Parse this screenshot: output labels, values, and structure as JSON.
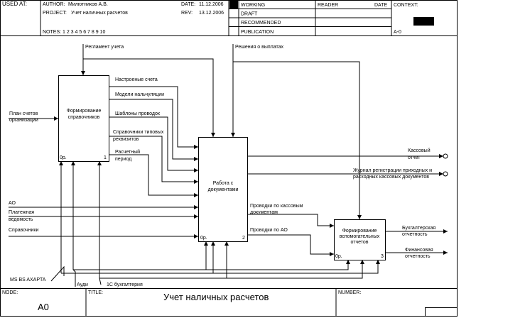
{
  "header": {
    "used_at": "USED AT:",
    "author_label": "AUTHOR:",
    "author": "Милютников А.В.",
    "project_label": "PROJECT:",
    "project": "Учет наличных расчетов",
    "date_label": "DATE:",
    "date": "11.12.2006",
    "rev_label": "REV:",
    "rev": "13.12.2006",
    "notes": "NOTES: 1 2 3 4 5 6 7 8 9 10",
    "status": [
      "WORKING",
      "DRAFT",
      "RECOMMENDED",
      "PUBLICATION"
    ],
    "reader": "READER",
    "reader_date": "DATE",
    "context": "CONTEXT:",
    "context_node": "A-0"
  },
  "boxes": [
    {
      "name": "Формирование справочников",
      "lines": [
        "Формирование",
        "справочников"
      ],
      "cost": "0р.",
      "num": "1"
    },
    {
      "name": "Работа с документами",
      "lines": [
        "Работа с",
        "документами"
      ],
      "cost": "0р.",
      "num": "2"
    },
    {
      "name": "Формирование вспомогательных отчетов",
      "lines": [
        "Формирование",
        "вспомогательных",
        "отчетов"
      ],
      "cost": "0р.",
      "num": "3"
    }
  ],
  "arrows": {
    "controls": [
      "Регламент учета",
      "Решения о выплатах"
    ],
    "inputs": [
      [
        "План счетов",
        "организации"
      ],
      [
        "АО"
      ],
      [
        "Платежная",
        "ведомость"
      ],
      [
        "Справочники"
      ]
    ],
    "internal": [
      [
        "Настроеные счета"
      ],
      [
        "Модели нальчуляции"
      ],
      [
        "Шаблоны проводок"
      ],
      [
        "Справочники типовых",
        "реквизитов"
      ],
      [
        "Расчетный",
        "период"
      ],
      [
        "Проводки по кассовым",
        "документам"
      ],
      [
        "Проводки по АО"
      ]
    ],
    "outputs": [
      [
        "Кассовый",
        "отчет"
      ],
      [
        "Журнал регистрации приходных и",
        "расходных кассовых документов"
      ],
      [
        "Бухгалтерская",
        "отчетность"
      ],
      [
        "Финансовая",
        "отчетность"
      ]
    ],
    "mechanisms": [
      "MS BS AXAPTA",
      "Ауди",
      "1С бухгалтерия"
    ]
  },
  "footer": {
    "node_label": "NODE:",
    "node": "A0",
    "title_label": "TITLE:",
    "title": "Учет наличных расчетов",
    "number_label": "NUMBER:"
  }
}
